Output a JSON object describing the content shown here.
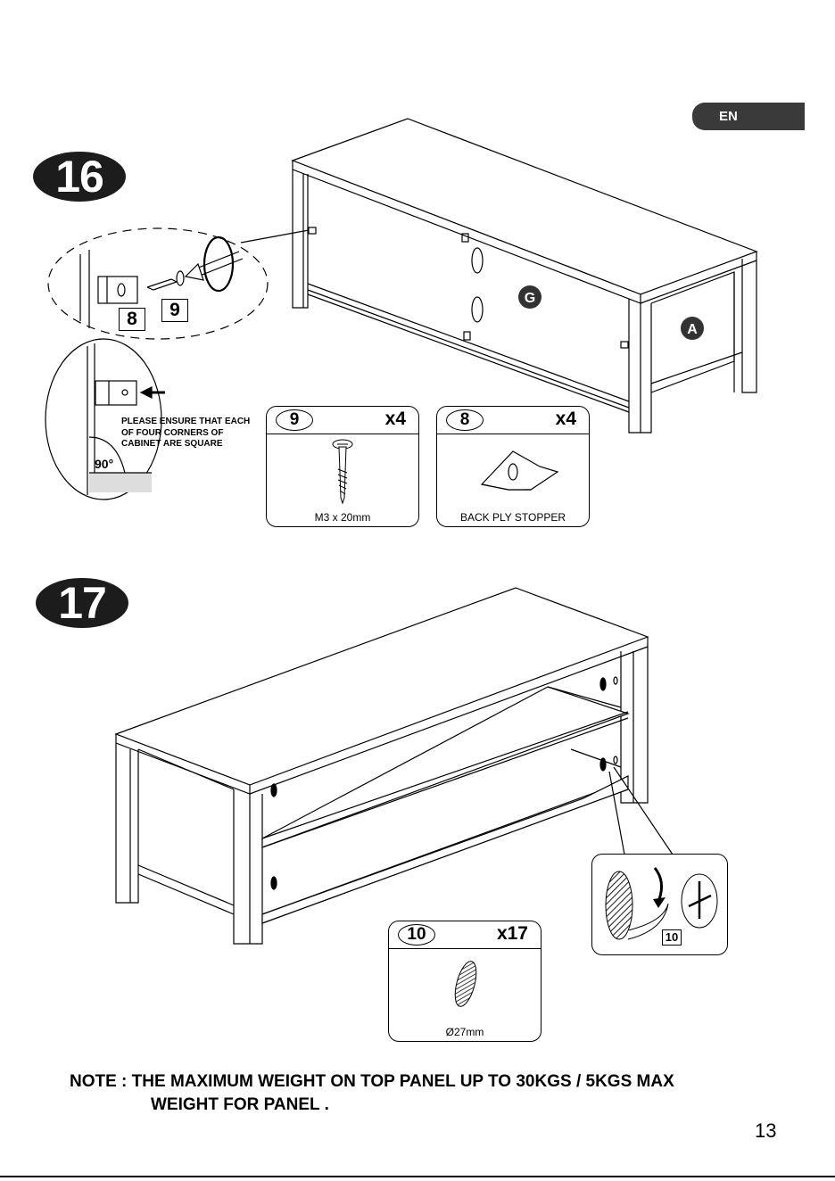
{
  "header": {
    "lang": "EN"
  },
  "step16": {
    "number": "16",
    "callout_parts": [
      "8",
      "9"
    ],
    "ensure_text": [
      "PLEASE ENSURE THAT EACH",
      "OF FOUR CORNERS OF",
      "CABINET ARE SQUARE"
    ],
    "angle": "90°",
    "panel_letters": [
      "G",
      "A"
    ],
    "parts": [
      {
        "num": "9",
        "qty": "x4",
        "label": "M3 x 20mm"
      },
      {
        "num": "8",
        "qty": "x4",
        "label": "BACK PLY STOPPER"
      }
    ]
  },
  "step17": {
    "number": "17",
    "callout_part": "10",
    "parts": [
      {
        "num": "10",
        "qty": "x17",
        "label": "Ø27mm"
      }
    ]
  },
  "note": {
    "line1": "NOTE :  THE MAXIMUM WEIGHT ON TOP PANEL UP TO 30KGS  /  5KGS MAX",
    "line2": "WEIGHT FOR PANEL ."
  },
  "page_number": "13"
}
